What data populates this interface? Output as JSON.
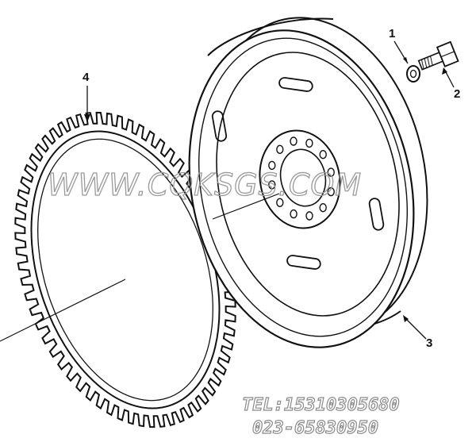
{
  "callouts": [
    {
      "id": "1",
      "label": "1"
    },
    {
      "id": "2",
      "label": "2"
    },
    {
      "id": "3",
      "label": "3"
    },
    {
      "id": "4",
      "label": "4"
    }
  ],
  "watermark": {
    "text": "WWW.CQKSGS.COM",
    "phone": "TEL:15310305680",
    "phone2": "023-65830950"
  },
  "colors": {
    "line": "#111111",
    "watermark": "#9a9a9a"
  }
}
